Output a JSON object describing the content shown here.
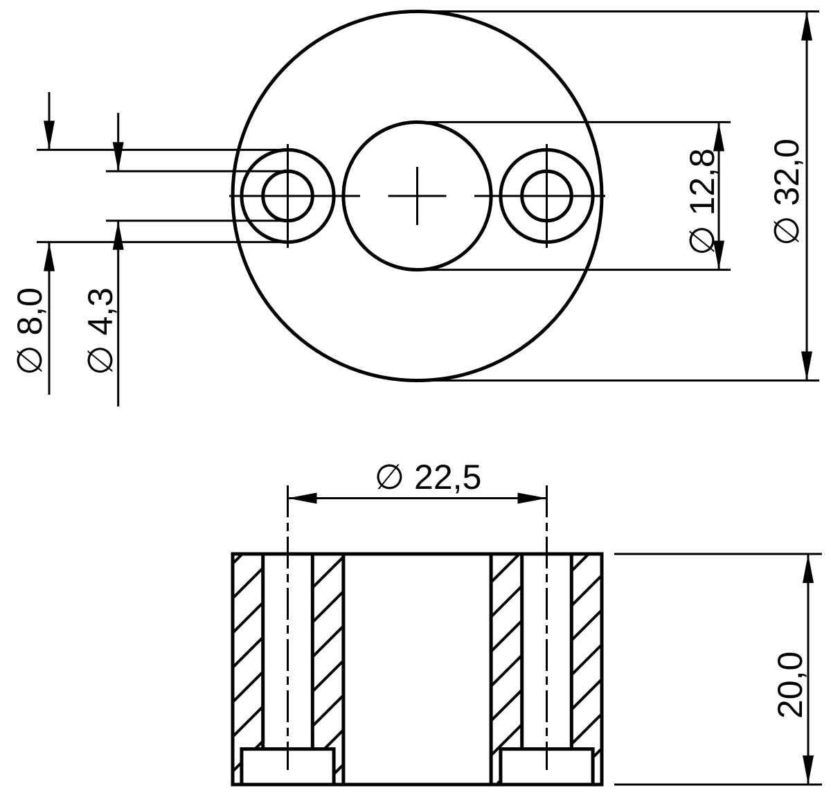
{
  "drawing": {
    "type": "technical-drawing",
    "background_color": "#ffffff",
    "line_color": "#000000",
    "views": [
      {
        "id": "top-view",
        "description": "plan view of round flange with two counterbored holes and center hole"
      },
      {
        "id": "section-view",
        "description": "sectional front view with 45-degree hatching and counterbores at bottom"
      }
    ],
    "dimensions": {
      "counterbore_diameter": "∅ 8,0",
      "small_hole_diameter": "∅ 4,3",
      "center_hole_diameter": "∅ 12,8",
      "outer_diameter": "∅ 32,0",
      "bolt_circle_diameter": "∅ 22,5",
      "part_height": "20,0"
    }
  }
}
